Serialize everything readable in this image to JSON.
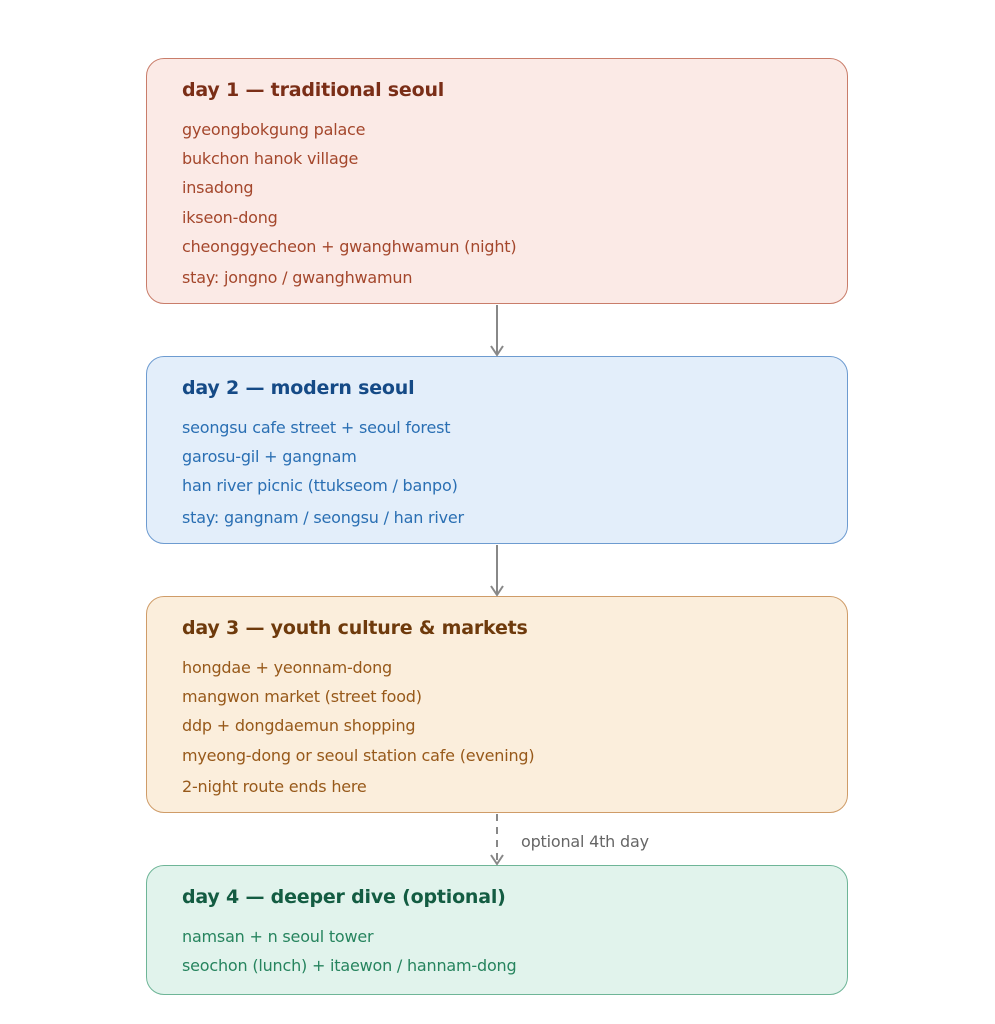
{
  "days": [
    {
      "title": "day 1 — traditional seoul",
      "items": [
        "gyeongbokgung palace",
        "bukchon hanok village",
        "insadong",
        "ikseon-dong",
        "cheonggyecheon + gwanghwamun (night)"
      ],
      "stay": "stay: jongno / gwanghwamun"
    },
    {
      "title": "day 2 — modern seoul",
      "items": [
        "seongsu cafe street + seoul forest",
        "garosu-gil + gangnam",
        "han river picnic (ttukseom / banpo)"
      ],
      "stay": "stay: gangnam / seongsu / han river"
    },
    {
      "title": "day 3 — youth culture & markets",
      "items": [
        "hongdae + yeonnam-dong",
        "mangwon market (street food)",
        "ddp + dongdaemun shopping",
        "myeong-dong or seoul station cafe (evening)"
      ],
      "stay": "2-night route ends here"
    },
    {
      "title": "day 4 — deeper dive (optional)",
      "items": [
        "namsan + n seoul tower",
        "seochon (lunch) + itaewon / hannam-dong"
      ]
    }
  ],
  "connectors": [
    {
      "from": "day-1",
      "to": "day-2",
      "style": "solid"
    },
    {
      "from": "day-2",
      "to": "day-3",
      "style": "solid"
    },
    {
      "from": "day-3",
      "to": "day-4",
      "style": "dashed",
      "label": "optional 4th day"
    }
  ],
  "colors": {
    "day1_fill": "#fbeae6",
    "day2_fill": "#e3eefa",
    "day3_fill": "#fbeedc",
    "day4_fill": "#e1f3ec",
    "connector": "#888888"
  }
}
